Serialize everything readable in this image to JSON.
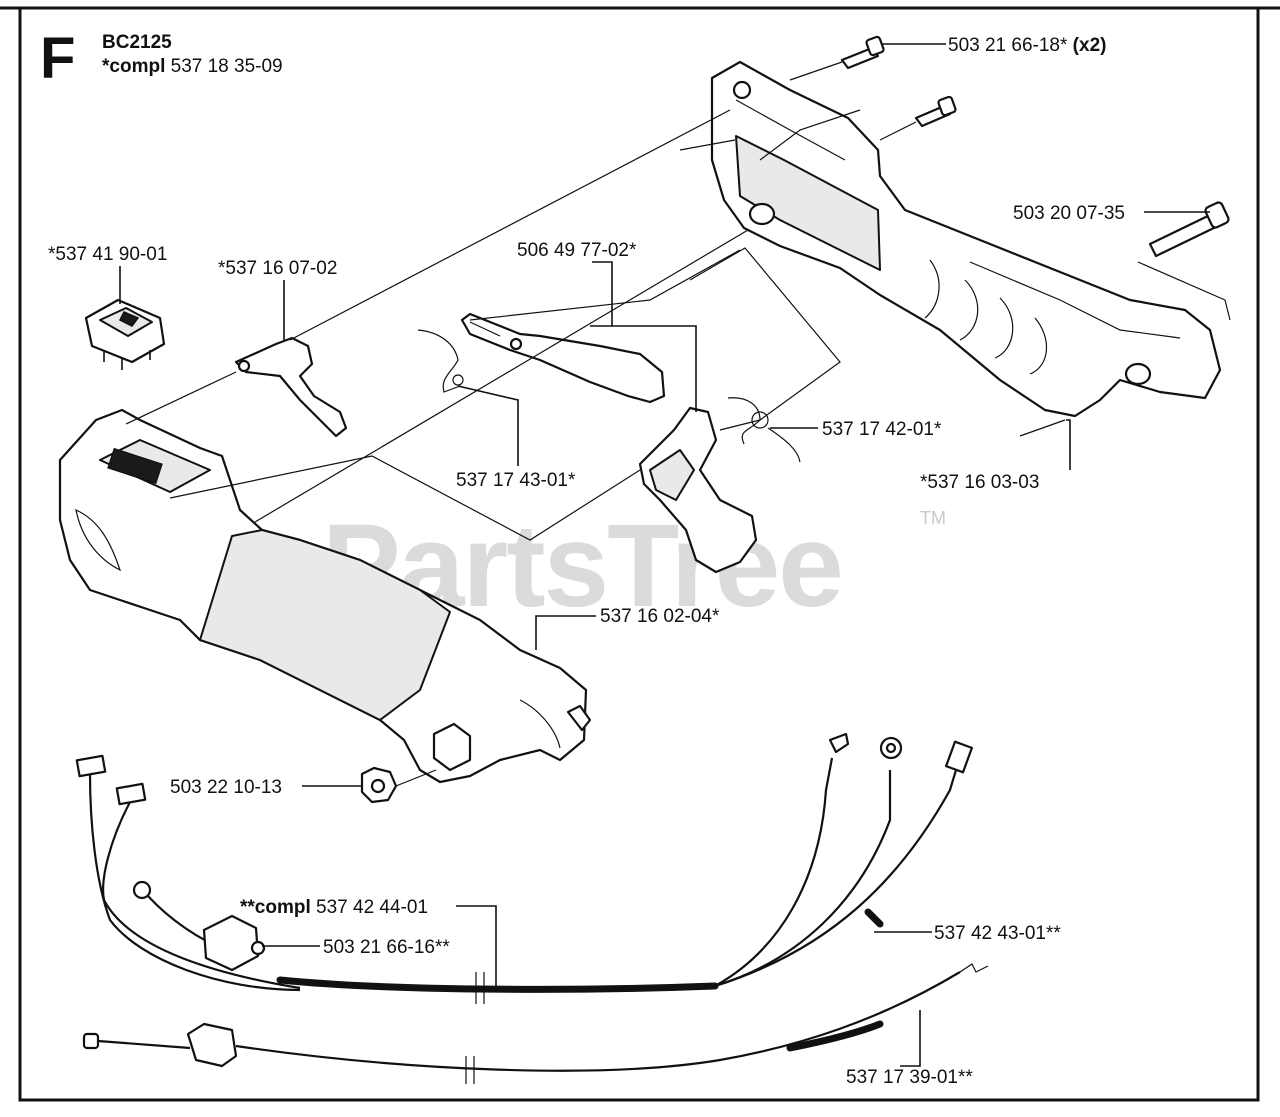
{
  "header": {
    "section_letter": "F",
    "model": "BC2125",
    "compl_prefix": "*compl",
    "compl_number": "537 18 35-09"
  },
  "watermark": {
    "text": "PartsTree",
    "tm": "TM"
  },
  "labels": {
    "bolt_top": "503 21 66-18*",
    "bolt_top_qty": "(x2)",
    "bolt_long": "503 20 07-35",
    "switch": "*537 41 90-01",
    "lever_small": "*537 16 07-02",
    "throttle_lever": "506 49 77-02*",
    "spring_left": "537 17 43-01*",
    "spring_right": "537 17 42-01*",
    "handle_cover": "*537 16 03-03",
    "handle": "537 16 02-04*",
    "nut": "503 22 10-13",
    "cable_set_prefix": "**compl",
    "cable_set_number": "537 42 44-01",
    "cable_screw": "503 21 66-16**",
    "wire_set": "537 42 43-01**",
    "throttle_cable": "537 17 39-01**"
  }
}
